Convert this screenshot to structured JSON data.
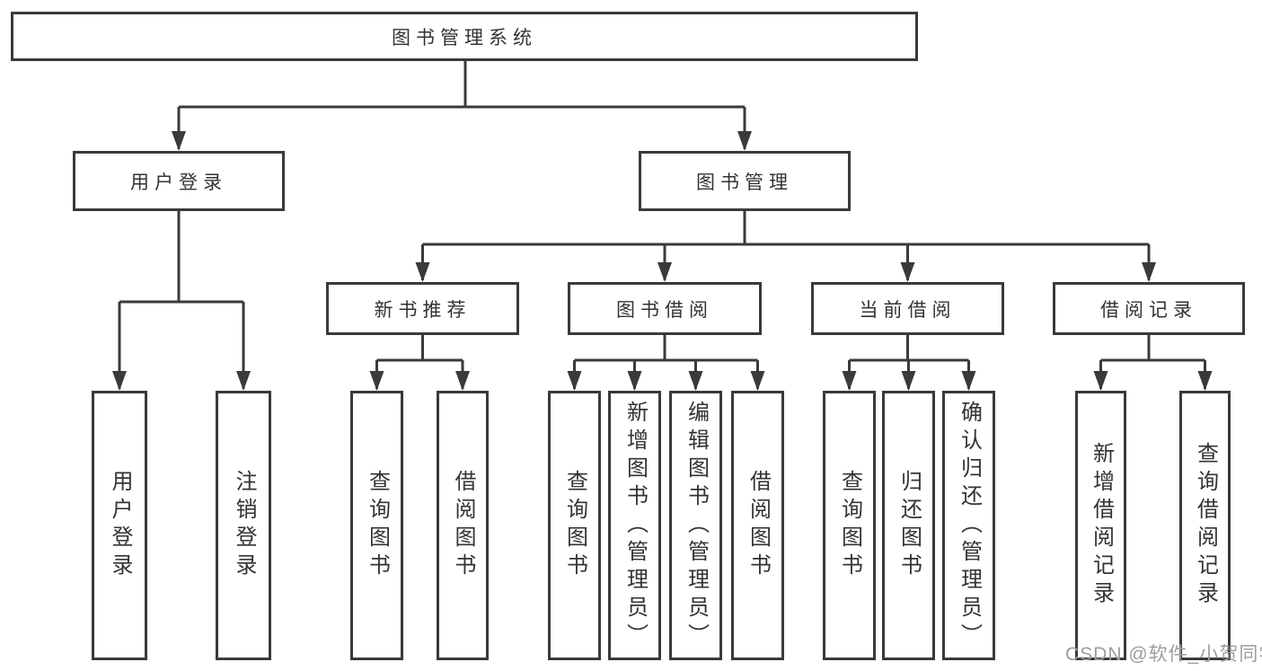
{
  "diagram": {
    "root": {
      "label": "图书管理系统",
      "children": [
        {
          "label": "用户登录",
          "children": [
            {
              "label": "用户登录"
            },
            {
              "label": "注销登录"
            }
          ]
        },
        {
          "label": "图书管理",
          "children": [
            {
              "label": "新书推荐",
              "children": [
                {
                  "label": "查询图书"
                },
                {
                  "label": "借阅图书"
                }
              ]
            },
            {
              "label": "图书借阅",
              "children": [
                {
                  "label": "查询图书"
                },
                {
                  "label": "新增图书（管理员）"
                },
                {
                  "label": "编辑图书（管理员）"
                },
                {
                  "label": "借阅图书"
                }
              ]
            },
            {
              "label": "当前借阅",
              "children": [
                {
                  "label": "查询图书"
                },
                {
                  "label": "归还图书"
                },
                {
                  "label": "确认归还（管理员）"
                }
              ]
            },
            {
              "label": "借阅记录",
              "children": [
                {
                  "label": "新增借阅记录"
                },
                {
                  "label": "查询借阅记录"
                }
              ]
            }
          ]
        }
      ]
    }
  },
  "watermark": "CSDN @软件_小贺同学",
  "colors": {
    "line": "#3a3a3a",
    "box_border": "#3a3a3a",
    "text": "#333333",
    "watermark": "#9d9d9d",
    "background": "#ffffff"
  }
}
